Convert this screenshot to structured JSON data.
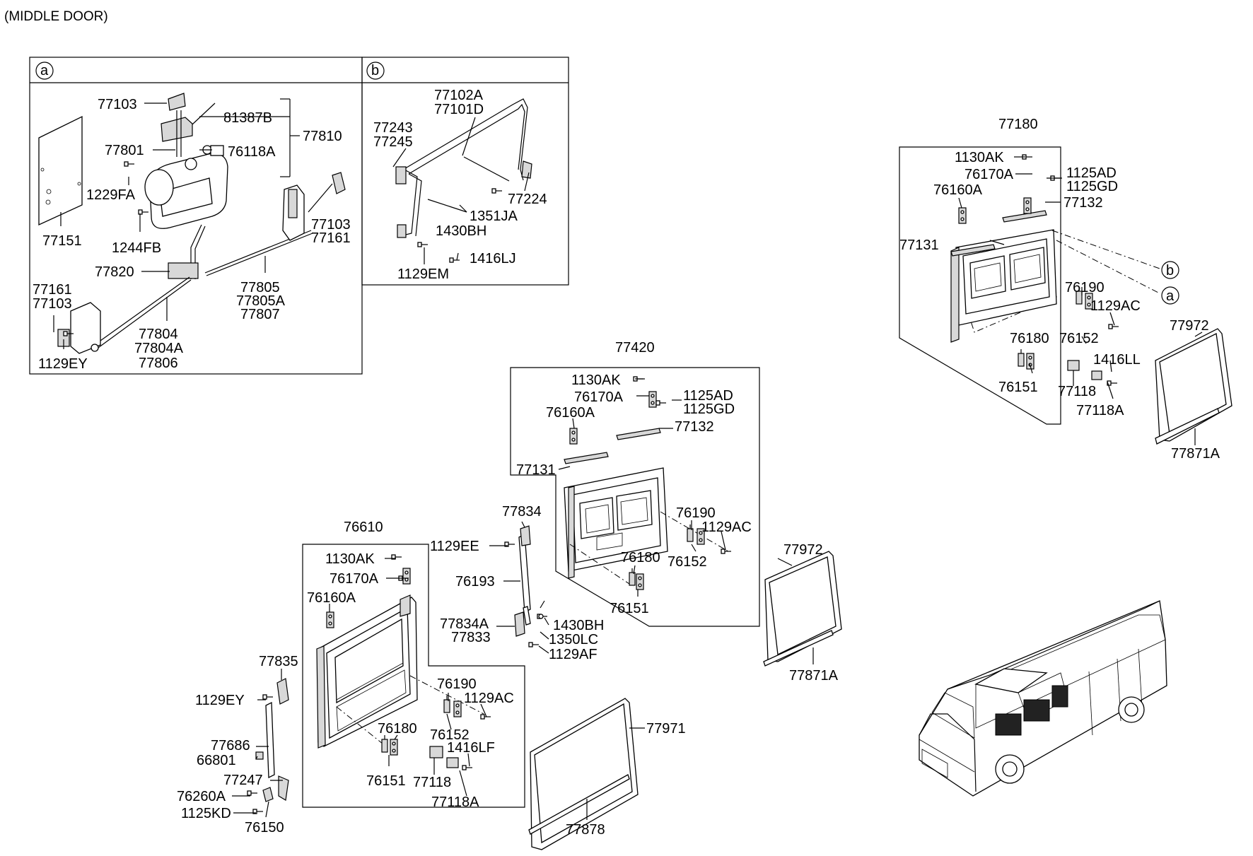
{
  "title": "(MIDDLE DOOR)",
  "insets": {
    "a": "a",
    "b": "b"
  },
  "labels": {
    "77103_a": "77103",
    "81387B": "81387B",
    "77810": "77810",
    "77801": "77801",
    "76118A": "76118A",
    "1229FA": "1229FA",
    "77151": "77151",
    "1244FB": "1244FB",
    "77103_b": "77103",
    "77161_b": "77161",
    "77820": "77820",
    "77805": "77805",
    "77805A": "77805A",
    "77807": "77807",
    "77161_c": "77161",
    "77103_c": "77103",
    "77804": "77804",
    "77804A": "77804A",
    "77806": "77806",
    "1129EY_a": "1129EY",
    "77102A": "77102A",
    "77101D": "77101D",
    "77243": "77243",
    "77245": "77245",
    "77224": "77224",
    "1351JA": "1351JA",
    "1430BH_b": "1430BH",
    "1416LJ": "1416LJ",
    "1129EM": "1129EM",
    "77180": "77180",
    "1130AK_r": "1130AK",
    "76170A_r": "76170A",
    "1125AD_r": "1125AD",
    "1125GD_r": "1125GD",
    "76160A_r": "76160A",
    "77132_r": "77132",
    "77131_r": "77131",
    "76190_r": "76190",
    "1129AC_r": "1129AC",
    "76180_r": "76180",
    "76152_r": "76152",
    "1416LL": "1416LL",
    "76151_r": "76151",
    "77118_r": "77118",
    "77118A_r": "77118A",
    "77972_r": "77972",
    "77871A_r": "77871A",
    "77420": "77420",
    "1130AK_m": "1130AK",
    "76170A_m": "76170A",
    "1125AD_m": "1125AD",
    "1125GD_m": "1125GD",
    "76160A_m": "76160A",
    "77132_m": "77132",
    "77131_m": "77131",
    "76190_m": "76190",
    "1129AC_m": "1129AC",
    "76180_m": "76180",
    "76152_m": "76152",
    "76151_m": "76151",
    "77834": "77834",
    "1129EE": "1129EE",
    "76193": "76193",
    "77834A": "77834A",
    "77833": "77833",
    "1430BH_c": "1430BH",
    "1350LC": "1350LC",
    "1129AF": "1129AF",
    "77972_m": "77972",
    "77871A_m": "77871A",
    "76610": "76610",
    "1130AK_l": "1130AK",
    "76170A_l": "76170A",
    "76160A_l": "76160A",
    "76190_l": "76190",
    "1129AC_l": "1129AC",
    "76152_l": "76152",
    "76180_l": "76180",
    "1416LF": "1416LF",
    "76151_l": "76151",
    "77118_l": "77118",
    "77118A_l": "77118A",
    "77835": "77835",
    "1129EY_l": "1129EY",
    "77686": "77686",
    "66801": "66801",
    "77247": "77247",
    "76260A": "76260A",
    "1125KD": "1125KD",
    "76150": "76150",
    "77971": "77971",
    "77878": "77878"
  }
}
